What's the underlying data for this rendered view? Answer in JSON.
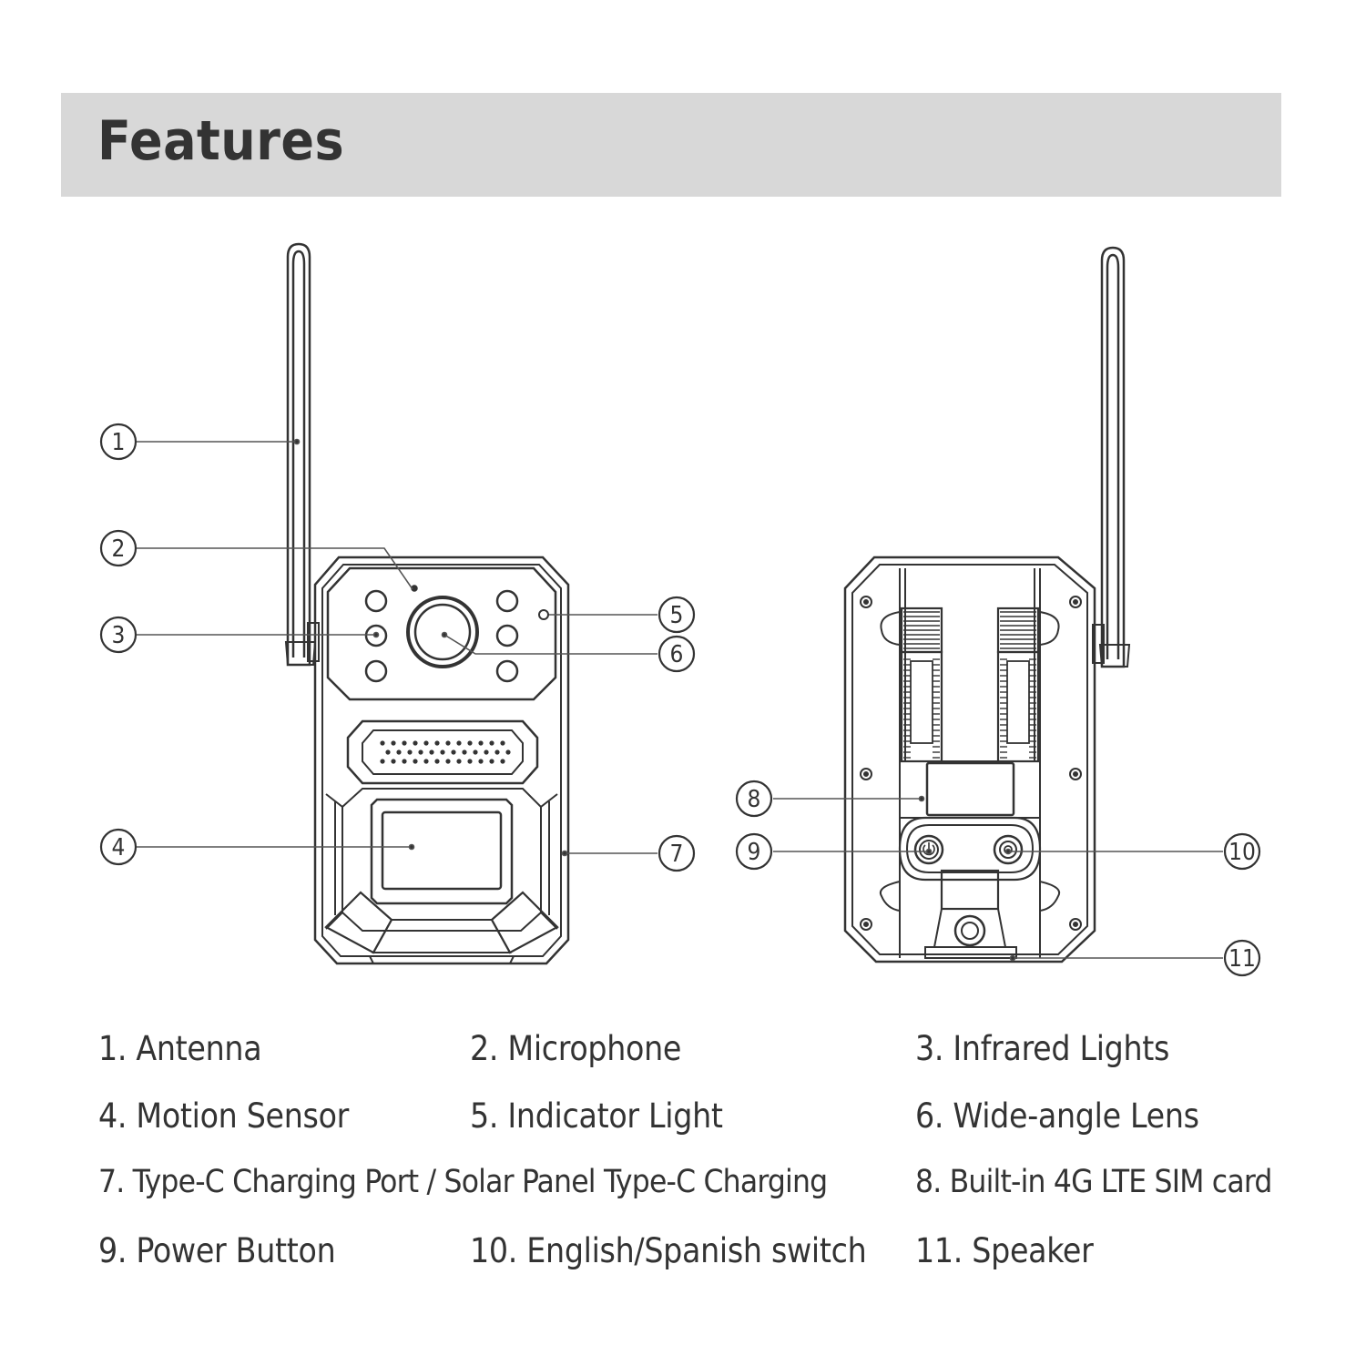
{
  "header": {
    "title": "Features"
  },
  "callouts": [
    "1",
    "2",
    "3",
    "4",
    "5",
    "6",
    "7",
    "8",
    "9",
    "10",
    "11"
  ],
  "legend": [
    "1. Antenna",
    "2. Microphone",
    "3. Infrared Lights",
    "4. Motion Sensor",
    "5. Indicator Light",
    "6. Wide-angle Lens",
    "7. Type-C Charging Port / Solar Panel Type-C Charging",
    "8. Built-in 4G LTE SIM card",
    "9. Power Button",
    "10. English/Spanish switch",
    "11. Speaker"
  ]
}
